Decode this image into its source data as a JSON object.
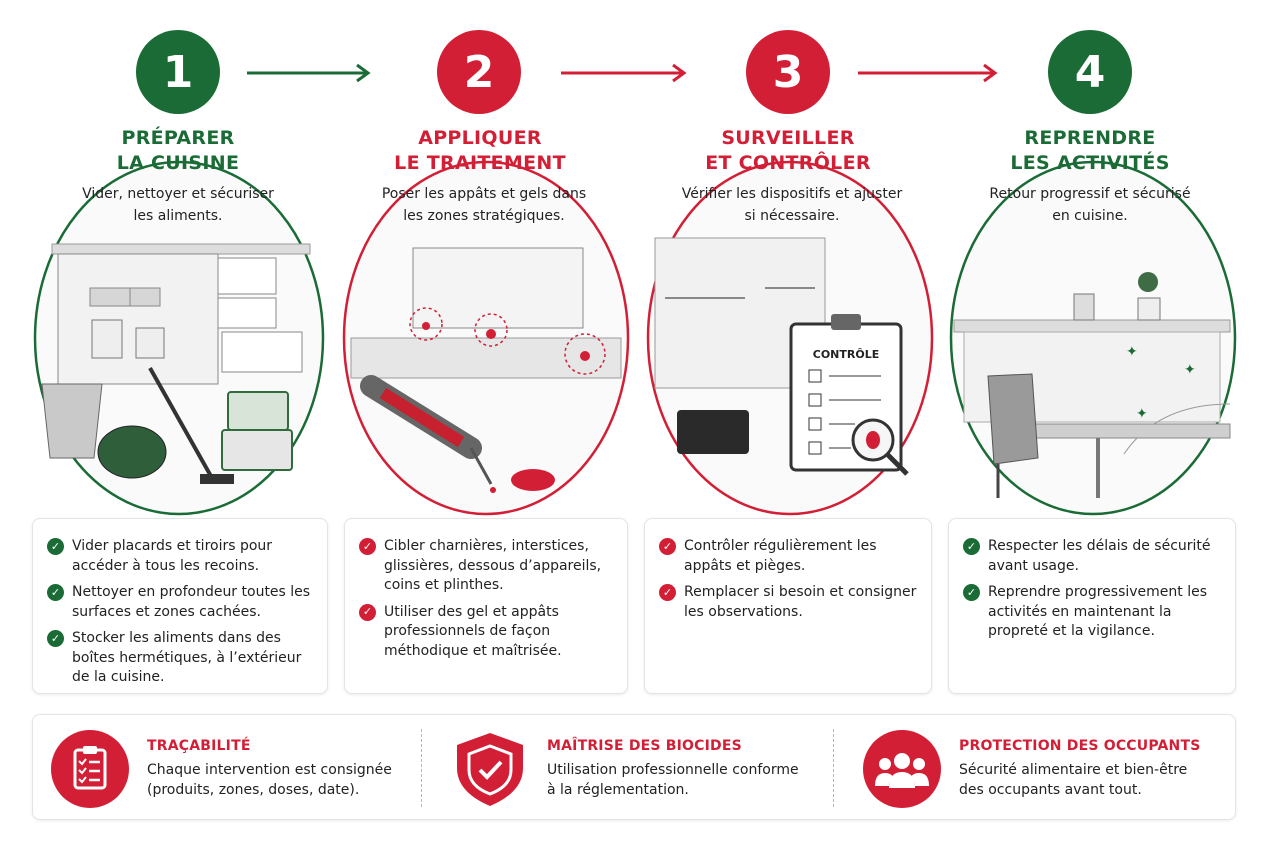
{
  "colors": {
    "green": "#1a6b35",
    "red": "#d31f35"
  },
  "steps": [
    {
      "number": "1",
      "title_line1": "PRÉPARER",
      "title_line2": "LA CUISINE",
      "subtitle_line1": "Vider, nettoyer et sécuriser",
      "subtitle_line2": "les aliments.",
      "bullets": [
        "Vider placards et tiroirs pour accéder à tous les recoins.",
        "Nettoyer en profondeur toutes les surfaces et zones cachées.",
        "Stocker les aliments dans des boîtes hermétiques, à l’extérieur de la cuisine."
      ]
    },
    {
      "number": "2",
      "title_line1": "APPLIQUER",
      "title_line2": "LE TRAITEMENT",
      "subtitle_line1": "Poser les appâts et gels dans",
      "subtitle_line2": "les zones stratégiques.",
      "bullets": [
        "Cibler charnières, interstices, glissières, dessous d’appareils, coins et plinthes.",
        "Utiliser des gel et appâts professionnels de façon méthodique et maîtrisée."
      ]
    },
    {
      "number": "3",
      "title_line1": "SURVEILLER",
      "title_line2": "ET CONTRÔLER",
      "subtitle_line1": "Vérifier les dispositifs et ajuster",
      "subtitle_line2": "si nécessaire.",
      "clipboard_label": "CONTRÔLE",
      "bullets": [
        "Contrôler régulièrement les appâts et pièges.",
        "Remplacer si besoin et consigner les observations."
      ]
    },
    {
      "number": "4",
      "title_line1": "REPRENDRE",
      "title_line2": "LES ACTIVITÉS",
      "subtitle_line1": "Retour progressif et sécurisé",
      "subtitle_line2": "en cuisine.",
      "bullets": [
        "Respecter les délais de sécurité avant usage.",
        "Reprendre progressivement les activités en maintenant la propreté et la vigilance."
      ]
    }
  ],
  "footer": [
    {
      "icon": "clipboard-checklist-icon",
      "title": "TRAÇABILITÉ",
      "line1": "Chaque intervention est consignée",
      "line2": "(produits, zones, doses, date)."
    },
    {
      "icon": "shield-check-icon",
      "title": "MAÎTRISE DES BIOCIDES",
      "line1": "Utilisation professionnelle conforme",
      "line2": "à la réglementation."
    },
    {
      "icon": "people-group-icon",
      "title": "PROTECTION DES OCCUPANTS",
      "line1": "Sécurité alimentaire et bien-être",
      "line2": "des occupants avant tout."
    }
  ]
}
